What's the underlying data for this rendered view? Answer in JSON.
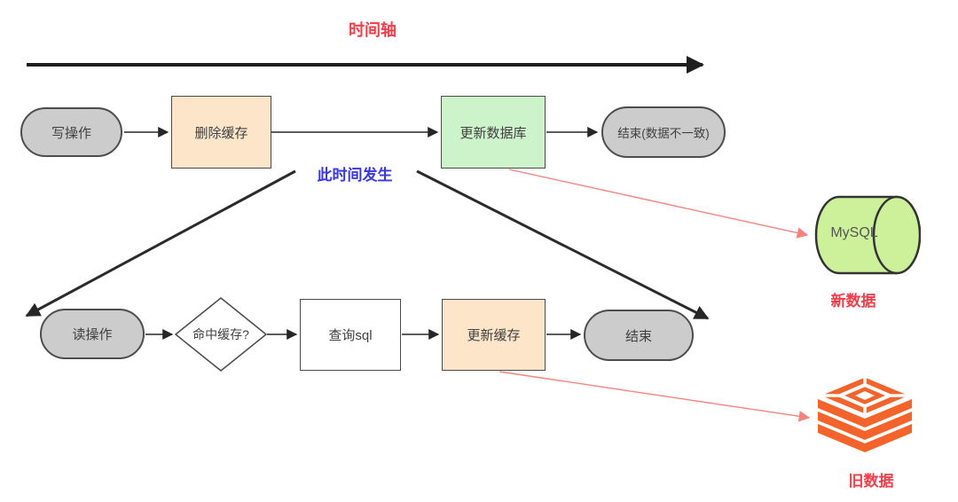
{
  "annotations": {
    "timeline_title": "时间轴",
    "timing_note": "此时间发生"
  },
  "nodes": {
    "write_op": {
      "label": "写操作"
    },
    "delete_cache": {
      "label": "删除缓存"
    },
    "update_db": {
      "label": "更新数据库"
    },
    "end_inconsistent": {
      "label": "结束(数据不一致)"
    },
    "read_op": {
      "label": "读操作"
    },
    "cache_hit": {
      "label": "命中缓存?"
    },
    "query_sql": {
      "label": "查询sql"
    },
    "update_cache": {
      "label": "更新缓存"
    },
    "end_ok": {
      "label": "结束"
    }
  },
  "datastores": {
    "mysql": {
      "label": "MySQL",
      "caption": "新数据"
    },
    "redis": {
      "caption": "旧数据"
    }
  },
  "colors": {
    "red_label": "#FB3A45",
    "blue_label": "#3535F3",
    "red_arrow": "#F8827D",
    "black_line": "#262626",
    "gray_node_fill": "#CCCCCC",
    "orange_node_fill": "#FCE5C8",
    "green_node_fill": "#CCF3CA",
    "white_node_fill": "#FFFFFF",
    "mysql_cylinder_fill": "#CDF19A",
    "redis_icon_orange": "#F4632A"
  }
}
